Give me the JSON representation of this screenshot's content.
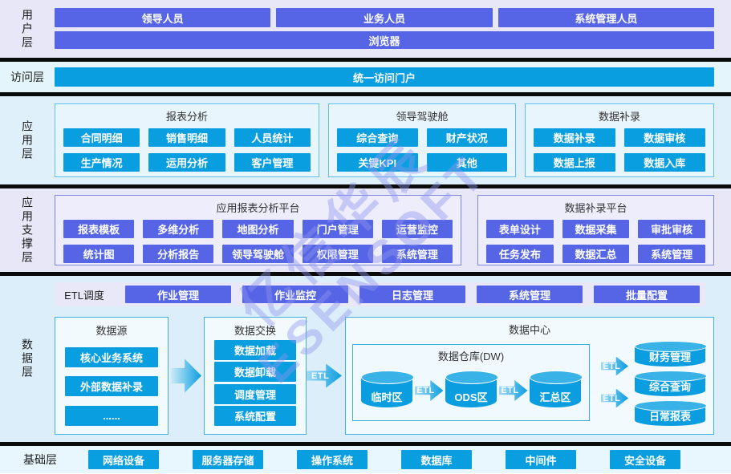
{
  "arrows": {
    "etl": "ETL"
  },
  "watermark": {
    "line1": "亿信华辰",
    "line2": "ESENSOFT"
  },
  "colors": {
    "purple": "#5565e6",
    "cyan": "#089ee0",
    "separator": "#0b0b0b"
  },
  "layers": {
    "user": {
      "label": "用户层",
      "roles": [
        "领导人员",
        "业务人员",
        "系统管理人员"
      ],
      "browser": "浏览器"
    },
    "access": {
      "label": "访问层",
      "portal": "统一访问门户"
    },
    "app": {
      "label": "应用层",
      "groups": [
        {
          "title": "报表分析",
          "items": [
            "合同明细",
            "销售明细",
            "人员统计",
            "生产情况",
            "运用分析",
            "客户管理"
          ]
        },
        {
          "title": "领导驾驶舱",
          "items": [
            "综合查询",
            "财产状况",
            "关键KPI",
            "其他"
          ]
        },
        {
          "title": "数据补录",
          "items": [
            "数据补录",
            "数据审核",
            "数据上报",
            "数据入库"
          ]
        }
      ]
    },
    "support": {
      "label": "应用支撑层",
      "groups": [
        {
          "title": "应用报表分析平台",
          "items": [
            "报表模板",
            "多维分析",
            "地图分析",
            "门户管理",
            "运营监控",
            "统计图",
            "分析报告",
            "领导驾驶舱",
            "权限管理",
            "系统管理"
          ]
        },
        {
          "title": "数据补录平台",
          "items": [
            "表单设计",
            "数据采集",
            "审批审核",
            "任务发布",
            "数据汇总",
            "系统管理"
          ]
        }
      ]
    },
    "data": {
      "label": "数据层",
      "etl_schedule": {
        "label": "ETL调度",
        "items": [
          "作业管理",
          "作业监控",
          "日志管理",
          "系统管理",
          "批量配置"
        ]
      },
      "source": {
        "title": "数据源",
        "items": [
          "核心业务系统",
          "外部数据补录",
          "......"
        ]
      },
      "exchange": {
        "title": "数据交换",
        "items": [
          "数据加载",
          "数据卸载",
          "调度管理",
          "系统配置"
        ]
      },
      "center": {
        "title": "数据中心",
        "warehouse": {
          "title": "数据仓库(DW)",
          "zones": [
            "临时区",
            "ODS区",
            "汇总区"
          ]
        },
        "outputs": [
          "财务管理",
          "综合查询",
          "日常报表"
        ]
      }
    },
    "base": {
      "label": "基础层",
      "items": [
        "网络设备",
        "服务器存储",
        "操作系统",
        "数据库",
        "中间件",
        "安全设备"
      ]
    }
  }
}
